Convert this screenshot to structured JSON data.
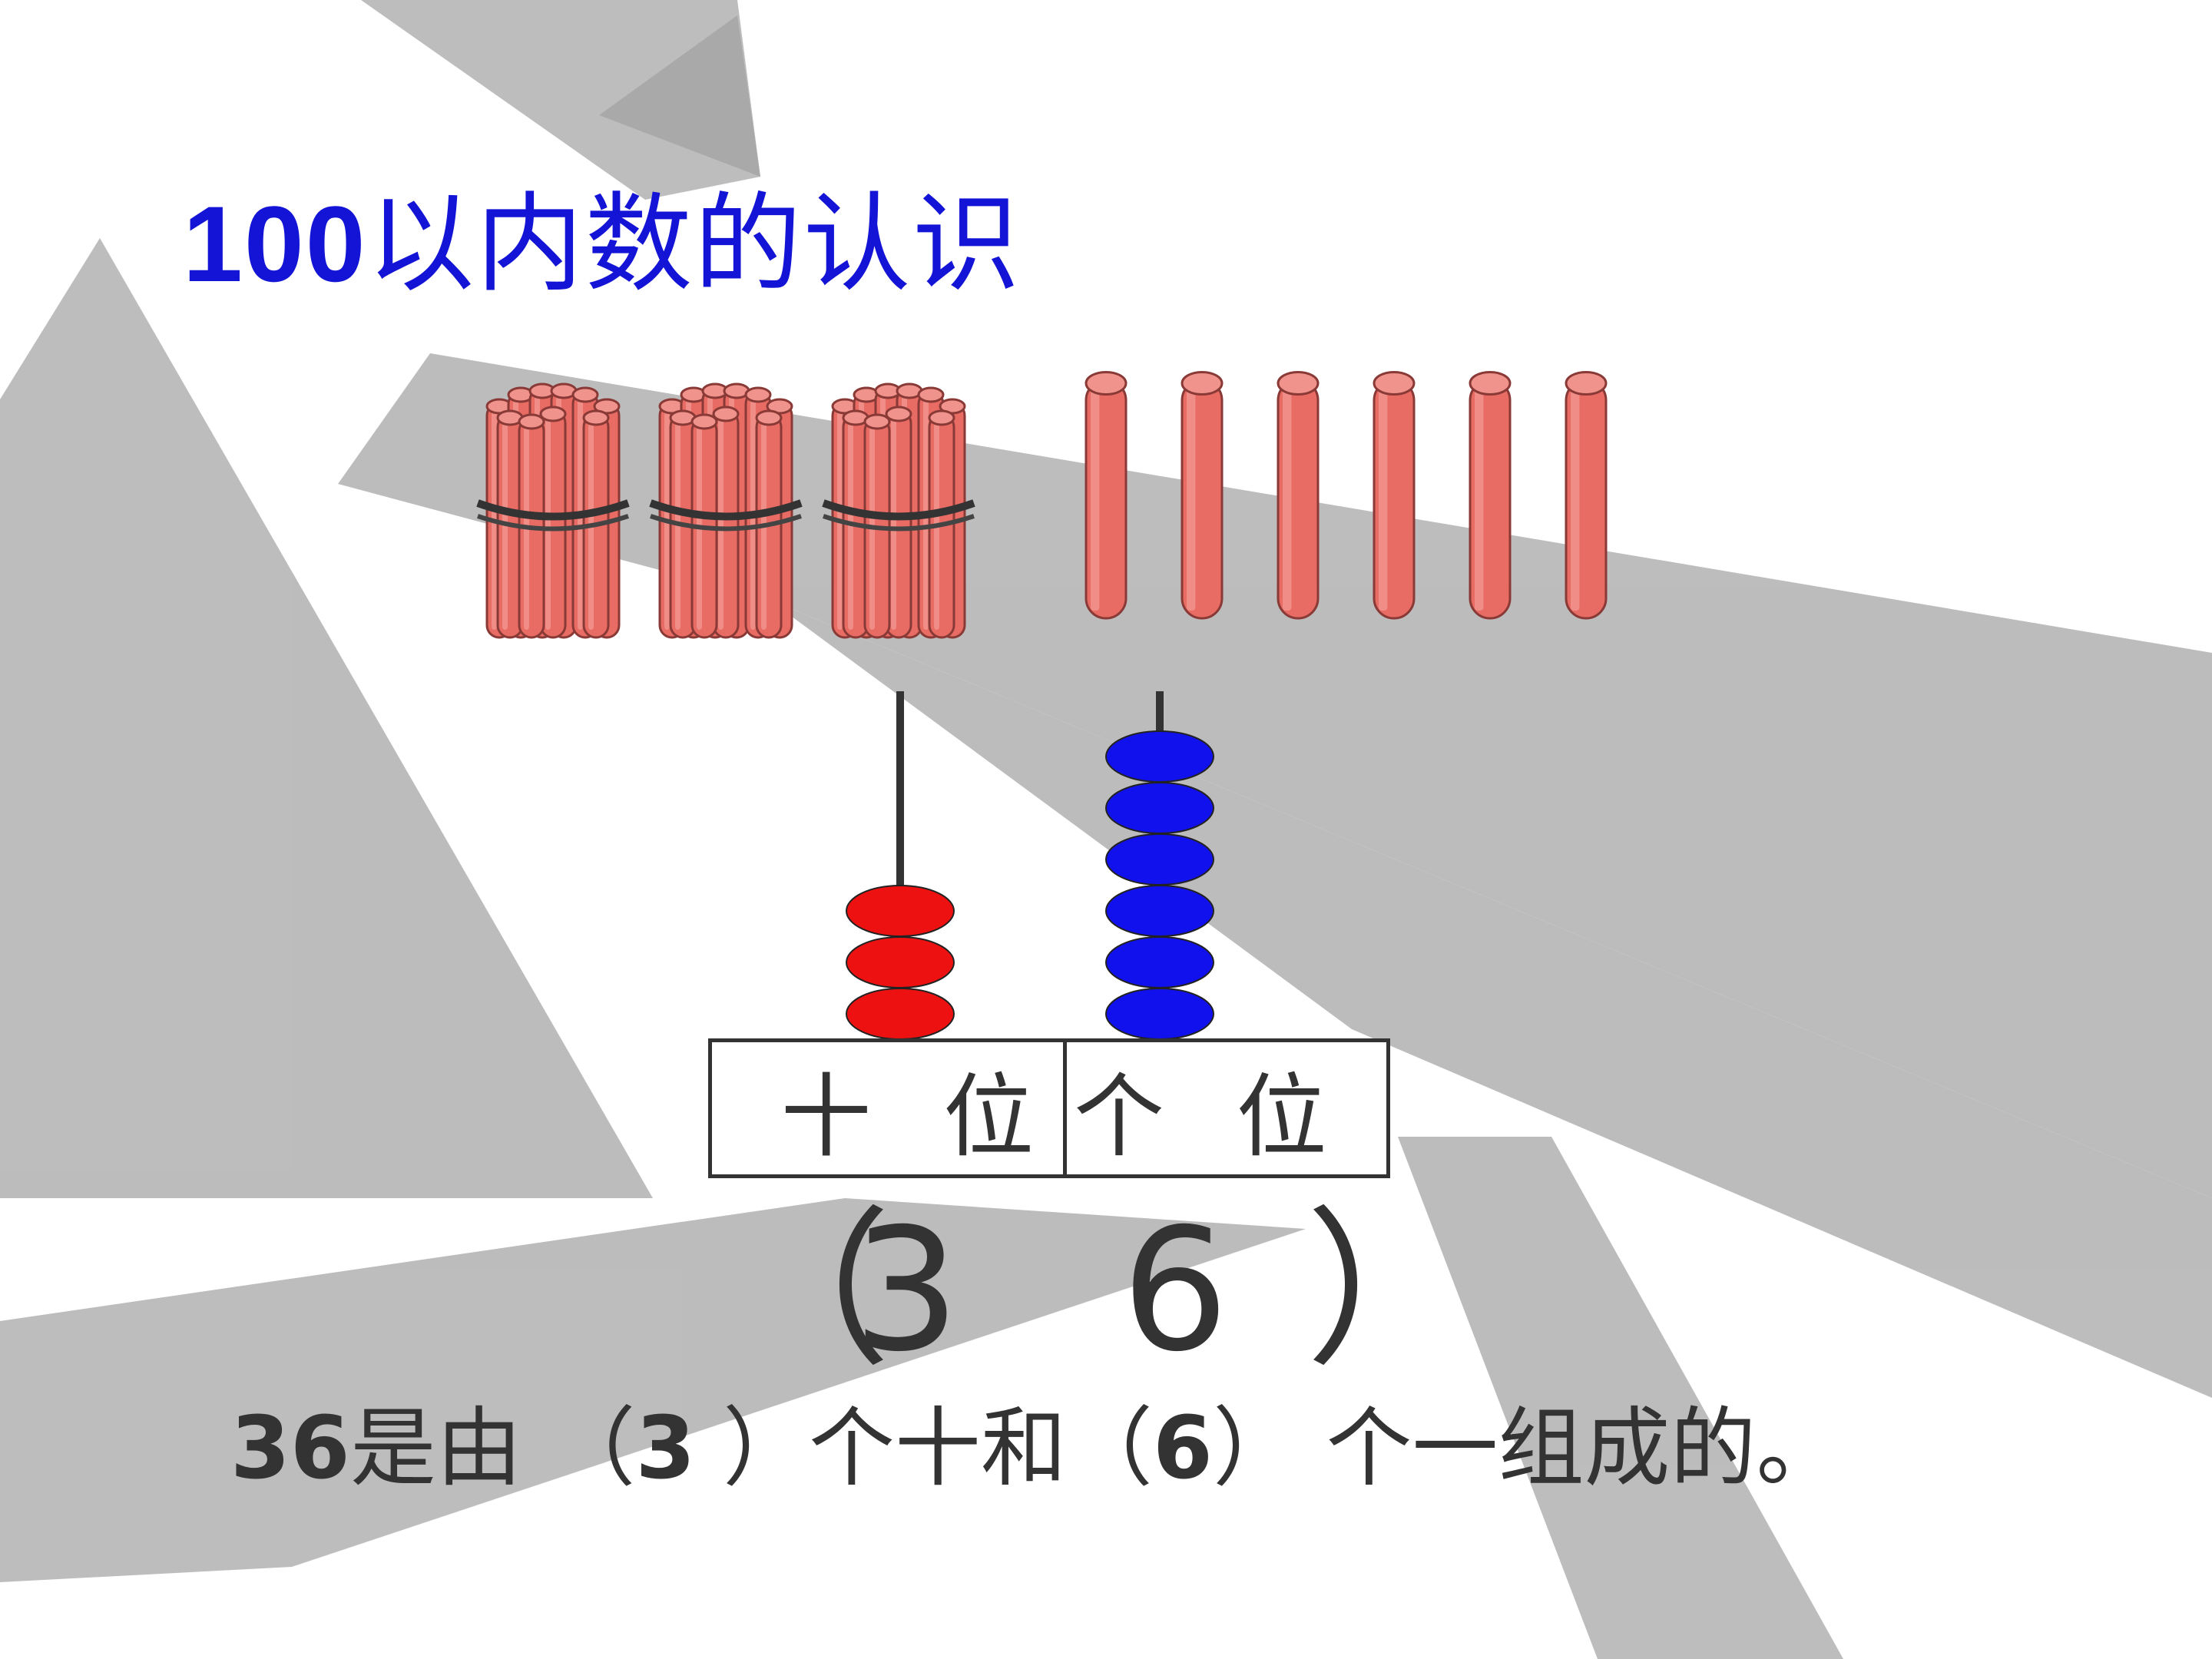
{
  "title": {
    "number": "100",
    "text": "以内数的认识",
    "color": "#1414d6"
  },
  "sticks": {
    "bundles_of_ten": 3,
    "single_sticks": 6,
    "stick_color": "#e86b64"
  },
  "abacus": {
    "tens_beads": 3,
    "ones_beads": 6,
    "tens_color": "#ee1111",
    "ones_color": "#1111ee"
  },
  "place_value": {
    "tens_label": "十 位",
    "ones_label": "个 位"
  },
  "answer": {
    "open": "（",
    "tens_digit": "3",
    "ones_digit": "6",
    "close": "）"
  },
  "sentence": {
    "number": "36",
    "part1": "是由  （",
    "tens": "3",
    "part2": " ）个十和（",
    "ones": "6",
    "part3": "） 个一组成的。"
  }
}
